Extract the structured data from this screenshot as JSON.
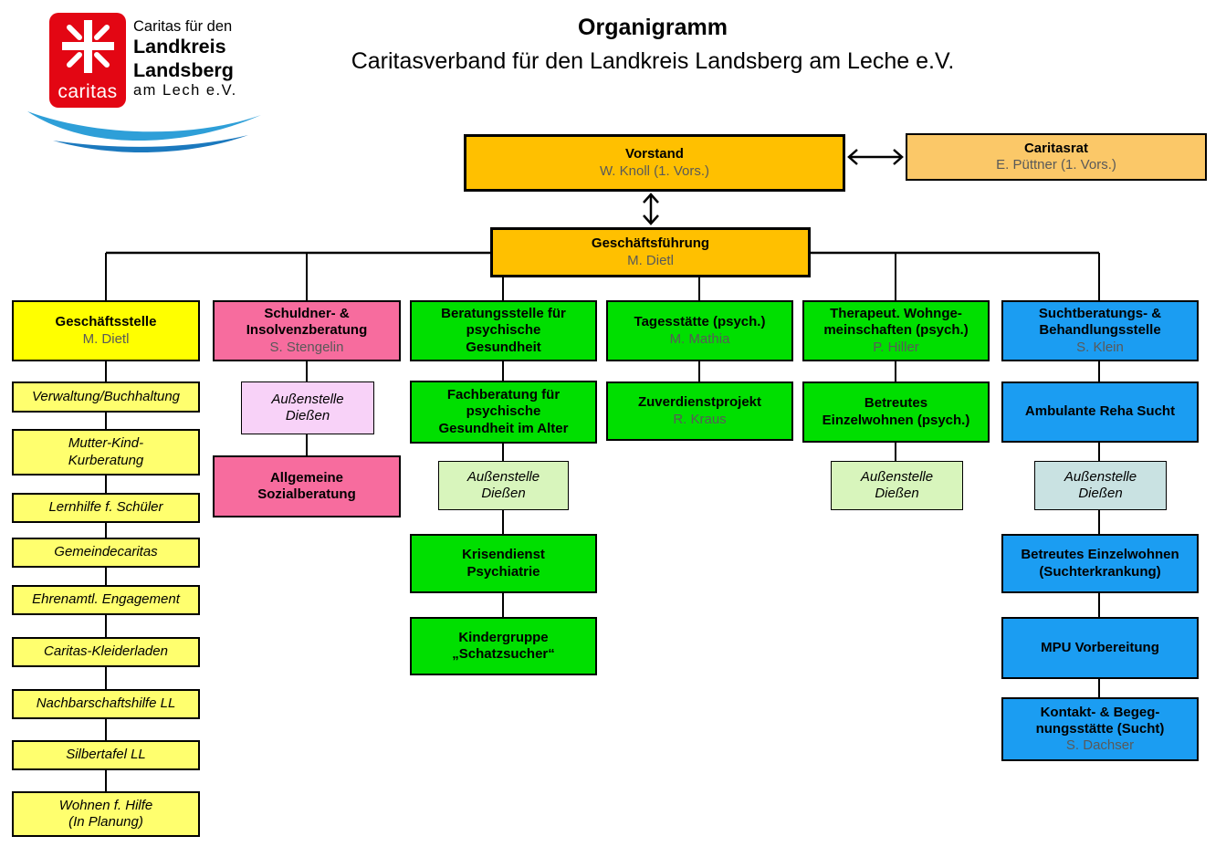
{
  "page": {
    "title": "Organigramm",
    "subtitle": "Caritasverband für den Landkreis Landsberg am Leche e.V."
  },
  "logo": {
    "wordmark": "caritas",
    "org_line1": "Caritas für den",
    "org_line2": "Landkreis",
    "org_line3": "Landsberg",
    "org_line4": "am Lech e.V."
  },
  "org": {
    "vorstand": {
      "title": "Vorstand",
      "name": "W. Knoll (1. Vors.)"
    },
    "caritasrat": {
      "title": "Caritasrat",
      "name": "E. Püttner (1. Vors.)"
    },
    "geschaeftsfuehrung": {
      "title": "Geschäftsführung",
      "name": "M. Dietl"
    },
    "col1": {
      "header": {
        "title": "Geschäftsstelle",
        "name": "M. Dietl"
      },
      "children": [
        "Verwaltung/Buchhaltung",
        "Mutter-Kind-\nKurberatung",
        "Lernhilfe f. Schüler",
        "Gemeindecaritas",
        "Ehrenamtl. Engagement",
        "Caritas-Kleiderladen",
        "Nachbarschaftshilfe LL",
        "Silbertafel LL",
        "Wohnen f. Hilfe\n(In Planung)"
      ]
    },
    "col2": {
      "header": {
        "title": "Schuldner- &\nInsolvenzberatung",
        "name": "S. Stengelin"
      },
      "aussenstelle": "Außenstelle\nDießen",
      "children": [
        "Allgemeine\nSozialberatung"
      ]
    },
    "col3": {
      "header": {
        "title": "Beratungsstelle für\npsychische\nGesundheit"
      },
      "children": [
        "Fachberatung für\npsychische\nGesundheit im Alter",
        "Krisendienst\nPsychiatrie",
        "Kindergruppe\n„Schatzsucher“"
      ],
      "aussenstelle": "Außenstelle\nDießen"
    },
    "col4": {
      "header": {
        "title": "Tagesstätte (psych.)",
        "name": "M. Mathia"
      },
      "children": [
        {
          "title": "Zuverdienstprojekt",
          "name": "R. Kraus"
        }
      ]
    },
    "col5": {
      "header": {
        "title": "Therapeut. Wohnge-\nmeinschaften (psych.)",
        "name": "P. Hiller"
      },
      "children": [
        "Betreutes\nEinzelwohnen (psych.)"
      ],
      "aussenstelle": "Außenstelle\nDießen"
    },
    "col6": {
      "header": {
        "title": "Suchtberatungs- &\nBehandlungsstelle",
        "name": "S. Klein"
      },
      "children": [
        "Ambulante Reha Sucht",
        "Betreutes Einzelwohnen\n(Suchterkrankung)",
        "MPU Vorbereitung"
      ],
      "aussenstelle": "Außenstelle\nDießen",
      "kontakt": {
        "title": "Kontakt- & Begeg-\nnungsstätte (Sucht)",
        "name": "S. Dachser"
      }
    }
  },
  "colors": {
    "gold": "#FFC000",
    "gold_light": "#FBC868",
    "yellow": "#FFFF00",
    "yellow_light": "#FFFF6E",
    "pink": "#F76C9E",
    "pink_light": "#F8D2F8",
    "green": "#00DF00",
    "green_light": "#D8F5BC",
    "blue": "#1B9DF2",
    "blue_light": "#C9E2E2",
    "logo_red": "#E30613",
    "swoosh_blue_top": "#2E9FD8",
    "swoosh_blue_bottom": "#1B79BE",
    "line_black": "#000000",
    "name_gray": "#595959"
  }
}
